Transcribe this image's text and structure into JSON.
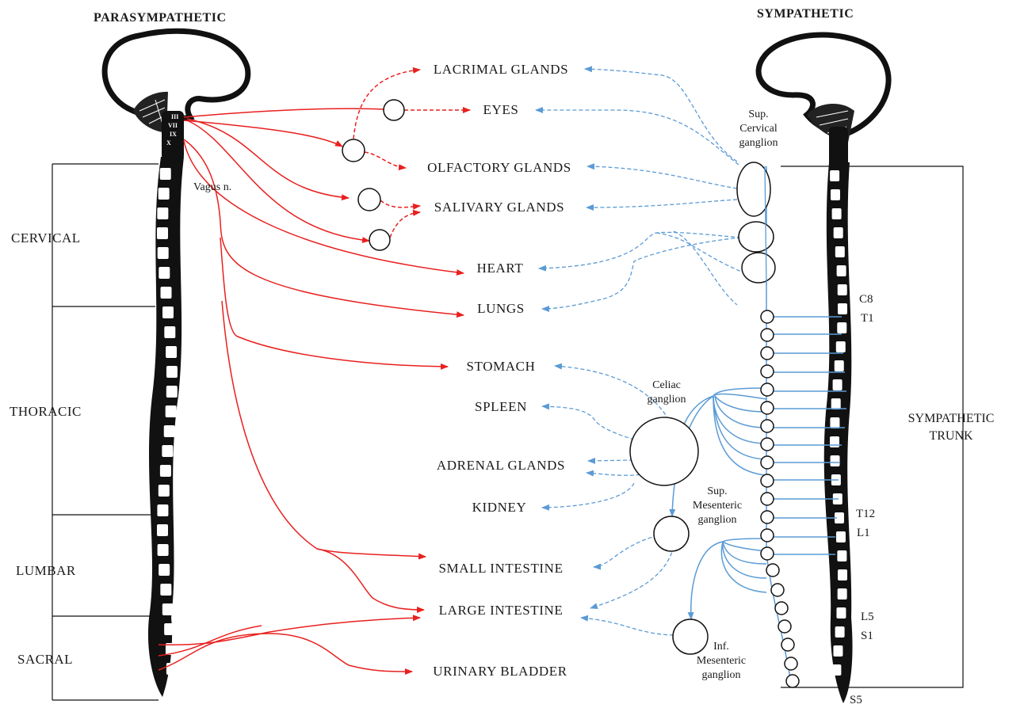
{
  "titles": {
    "parasympathetic": "PARASYMPATHETIC",
    "sympathetic": "SYMPATHETIC"
  },
  "regions": {
    "cervical": "CERVICAL",
    "thoracic": "THORACIC",
    "lumbar": "LUMBAR",
    "sacral": "SACRAL"
  },
  "cranial_nerves": [
    "III",
    "VII",
    "IX",
    "X"
  ],
  "vagus_label": "Vagus n.",
  "organs": {
    "lacrimal": "LACRIMAL GLANDS",
    "eyes": "EYES",
    "olfactory": "OLFACTORY GLANDS",
    "salivary": "SALIVARY GLANDS",
    "heart": "HEART",
    "lungs": "LUNGS",
    "stomach": "STOMACH",
    "spleen": "SPLEEN",
    "adrenal": "ADRENAL GLANDS",
    "kidney": "KIDNEY",
    "small_intestine": "SMALL INTESTINE",
    "large_intestine": "LARGE INTESTINE",
    "bladder": "URINARY BLADDER"
  },
  "ganglia": {
    "sup_cervical": [
      "Sup.",
      "Cervical",
      "ganglion"
    ],
    "celiac": [
      "Celiac",
      "ganglion"
    ],
    "sup_mesenteric": [
      "Sup.",
      "Mesenteric",
      "ganglion"
    ],
    "inf_mesenteric": [
      "Inf.",
      "Mesenteric",
      "ganglion"
    ]
  },
  "segments": {
    "c8": "C8",
    "t1": "T1",
    "t12": "T12",
    "l1": "L1",
    "l5": "L5",
    "s1": "S1",
    "s5": "S5"
  },
  "trunk_label": [
    "SYMPATHETIC",
    "TRUNK"
  ],
  "colors": {
    "parasympathetic": "#e8201f",
    "sympathetic": "#5b9bd5",
    "outline": "#111111"
  }
}
